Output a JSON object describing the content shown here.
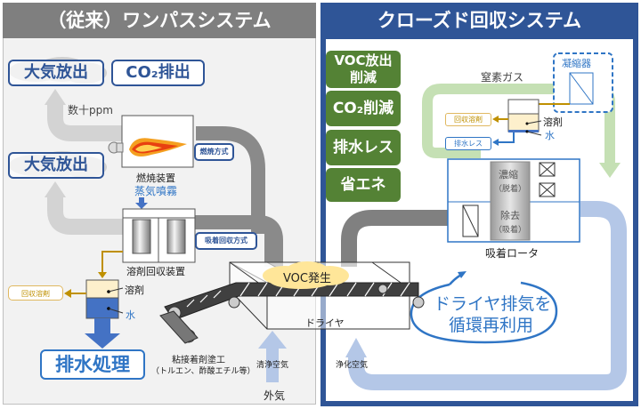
{
  "left_panel": {
    "title": "（従来）ワンパスシステム",
    "badges": {
      "air_release_top": "大気放出",
      "co2_emission": "CO₂排出",
      "air_release_mid": "大気放出",
      "wastewater": "排水処理"
    },
    "concentration_label": "数十ppm",
    "combustion_device": "燃焼装置",
    "combustion_method": "燃焼方式",
    "steam_spray": "蒸気噴霧",
    "solvent_recovery_device": "溶剤回収装置",
    "adsorption_method": "吸着回収方式",
    "recovered_solvent": "回収溶剤",
    "tank_solvent": "溶剤",
    "tank_water": "水",
    "coating_process": "粘接着剤塗工",
    "coating_examples": "（トルエン、酢酸エチル等）",
    "clean_air": "清浄空気",
    "outside_air": "外気"
  },
  "center": {
    "voc_generation": "VOC発生",
    "dryer": "ドライヤ"
  },
  "right_panel": {
    "title": "クローズド回収システム",
    "benefits": [
      "VOC放出\n削減",
      "CO₂削減",
      "排水レス",
      "省エネ"
    ],
    "nitrogen_gas": "窒素ガス",
    "condenser": "凝縮器",
    "recovered_solvent": "回収溶剤",
    "no_wastewater": "排水レス",
    "tank_solvent": "溶剤",
    "tank_water": "水",
    "rotor_concentrate": "濃縮",
    "rotor_desorb": "（脱着）",
    "rotor_remove": "除去",
    "rotor_adsorb": "（吸着）",
    "adsorption_rotor": "吸着ロータ",
    "recycle_line1": "ドライヤ排気を",
    "recycle_line2": "循環再利用",
    "purified_air": "浄化空気"
  },
  "colors": {
    "left_header": "#7f7f7f",
    "right_header": "#2f5597",
    "green_badge": "#548235",
    "gray_duct": "#808080",
    "light_gray_duct": "#d0d0d0",
    "green_loop": "#c5e0b4",
    "blue_loop": "#b4c7e7",
    "solvent_orange": "#bf9000",
    "water_blue": "#4472c4"
  }
}
